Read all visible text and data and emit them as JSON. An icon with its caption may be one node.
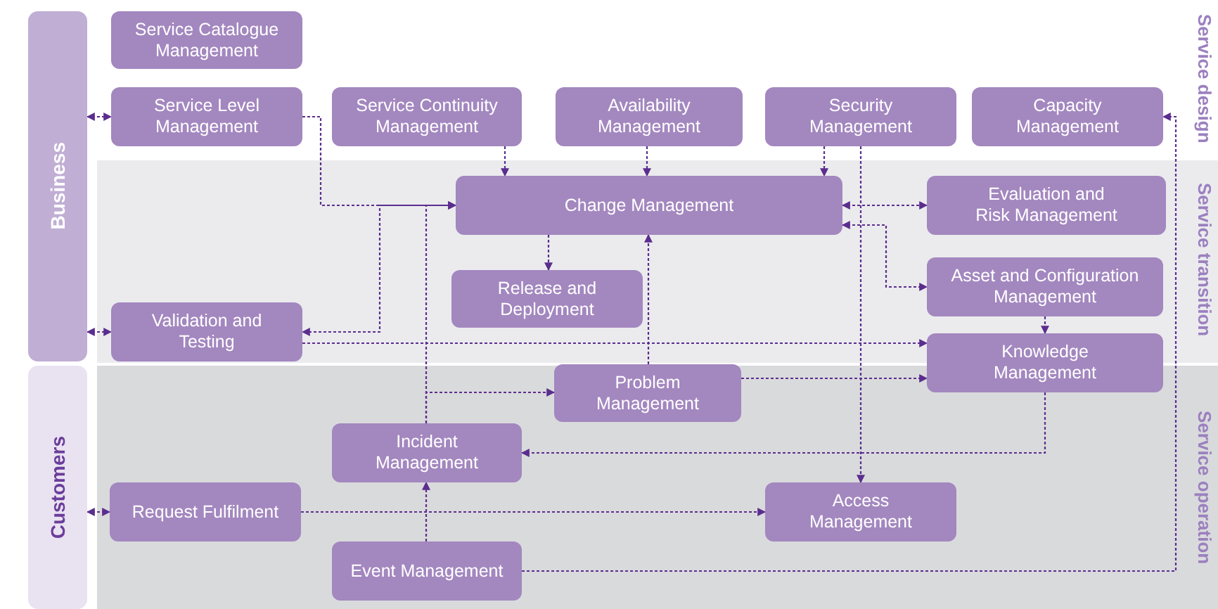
{
  "diagram": {
    "nodes": [
      {
        "text": [
          "Business"
        ]
      },
      {
        "text": [
          "Customers"
        ]
      },
      {
        "text": [
          "Service Catalogue Management"
        ]
      },
      {
        "text": [
          "Service Level Management"
        ]
      },
      {
        "text": [
          "Service Continuity Management"
        ]
      },
      {
        "text": [
          "Availability Management"
        ]
      },
      {
        "text": [
          "Security Management"
        ]
      },
      {
        "text": [
          "Capacity Management"
        ]
      },
      {
        "text": [
          "Change Management"
        ]
      },
      {
        "text": [
          "Evaluation and Risk Management"
        ]
      },
      {
        "text": [
          "Release and Deployment"
        ]
      },
      {
        "text": [
          "Asset and Configuration Management"
        ]
      },
      {
        "text": [
          "Validation and Testing"
        ]
      },
      {
        "text": [
          "Knowledge Management"
        ]
      },
      {
        "text": [
          "Problem Management"
        ]
      },
      {
        "text": [
          "Incident Management"
        ]
      },
      {
        "text": [
          "Request Fulfilment"
        ]
      },
      {
        "text": [
          "Access Management"
        ]
      },
      {
        "text": [
          "Event Management"
        ]
      }
    ],
    "edges": [
      {
        "from": 0,
        "to": 3,
        "arrow": "both",
        "style": "dashed"
      },
      {
        "from": 0,
        "to": 12,
        "arrow": "both",
        "style": "dashed"
      },
      {
        "from": 1,
        "to": 16,
        "arrow": "both",
        "style": "dashed"
      },
      {
        "from": 3,
        "to": 8,
        "arrow": "to",
        "style": "dashed"
      },
      {
        "from": 4,
        "to": 8,
        "arrow": "to",
        "style": "dashed"
      },
      {
        "from": 5,
        "to": 8,
        "arrow": "to",
        "style": "dashed"
      },
      {
        "from": 6,
        "to": 8,
        "arrow": "to",
        "style": "dashed"
      },
      {
        "from": 6,
        "to": 17,
        "arrow": "to",
        "style": "dashed"
      },
      {
        "from": 8,
        "to": 9,
        "arrow": "both",
        "style": "dashed"
      },
      {
        "from": 8,
        "to": 11,
        "arrow": "both",
        "style": "dashed"
      },
      {
        "from": 8,
        "to": 10,
        "arrow": "to",
        "style": "dashed"
      },
      {
        "from": 8,
        "to": 12,
        "arrow": "to",
        "style": "dashed"
      },
      {
        "from": 15,
        "to": 8,
        "arrow": "to",
        "style": "dashed"
      },
      {
        "from": 15,
        "to": 14,
        "arrow": "to",
        "style": "dashed"
      },
      {
        "from": 14,
        "to": 8,
        "arrow": "to",
        "style": "dashed"
      },
      {
        "from": 14,
        "to": 13,
        "arrow": "to",
        "style": "dashed"
      },
      {
        "from": 12,
        "to": 13,
        "arrow": "to",
        "style": "dashed"
      },
      {
        "from": 11,
        "to": 13,
        "arrow": "to",
        "style": "dashed"
      },
      {
        "from": 13,
        "to": 15,
        "arrow": "to",
        "style": "dashed"
      },
      {
        "from": 16,
        "to": 17,
        "arrow": "to",
        "style": "dashed"
      },
      {
        "from": 18,
        "to": 15,
        "arrow": "to",
        "style": "dashed"
      },
      {
        "from": 18,
        "to": 7,
        "arrow": "to",
        "style": "dashed"
      }
    ],
    "labels": [
      "Service design",
      "Service transition",
      "Service operation"
    ]
  }
}
